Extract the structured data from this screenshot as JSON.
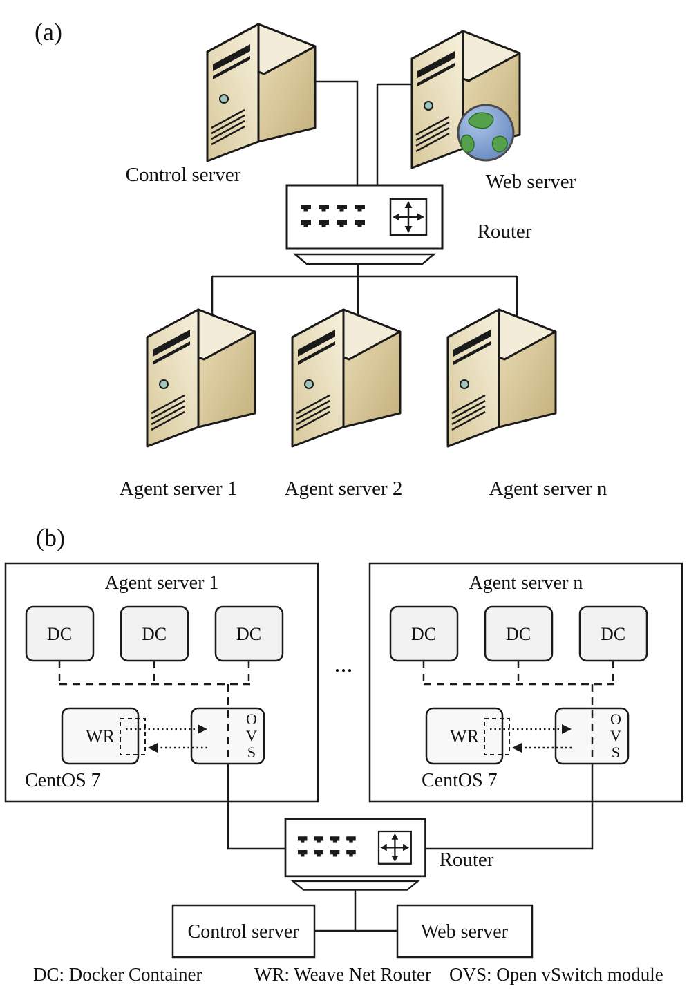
{
  "colors": {
    "outline": "#1a1a1a",
    "tower_front_light": "#f7f1dd",
    "tower_front_dark": "#d8c99b",
    "tower_side_light": "#e8dcb4",
    "tower_side_dark": "#c3b07c",
    "tower_top": "#f2ecd8",
    "module_box_fill": "#f2f2f2",
    "globe_water": "#5a7cb8",
    "globe_land": "#55a04a",
    "power_button": "#9fc6bc"
  },
  "figure": {
    "panel_a": {
      "label": "(a)",
      "control_server": "Control server",
      "web_server": "Web server",
      "router": "Router",
      "agent_servers": [
        "Agent server 1",
        "Agent server 2",
        "Agent server  n"
      ]
    },
    "panel_b": {
      "label": "(b)",
      "ellipsis": "...",
      "router": "Router",
      "control_server": "Control server",
      "web_server": "Web server",
      "agent_boxes": [
        {
          "title": "Agent server 1",
          "os": "CentOS 7",
          "dc": [
            "DC",
            "DC",
            "DC"
          ],
          "wr": "WR",
          "ovs": [
            "O",
            "V",
            "S"
          ]
        },
        {
          "title": "Agent server n",
          "os": "CentOS 7",
          "dc": [
            "DC",
            "DC",
            "DC"
          ],
          "wr": "WR",
          "ovs": [
            "O",
            "V",
            "S"
          ]
        }
      ],
      "legend": [
        "DC: Docker Container",
        "WR: Weave Net Router",
        "OVS: Open vSwitch module"
      ]
    }
  }
}
